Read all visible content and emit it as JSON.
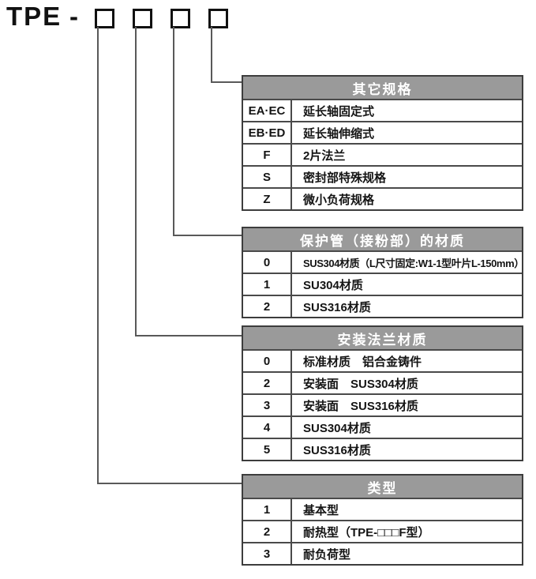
{
  "model_code": {
    "prefix": "TPE",
    "separator": "-",
    "digit_count": 4
  },
  "colors": {
    "header_bg": "#9a9a9a",
    "header_text": "#ffffff",
    "table_border": "#3d3d3d",
    "connector_line": "#595959",
    "text": "#141414"
  },
  "tables": [
    {
      "title": "其它规格",
      "rows": [
        {
          "code": "EA·EC",
          "desc": "延长轴固定式"
        },
        {
          "code": "EB·ED",
          "desc": "延长轴伸缩式"
        },
        {
          "code": "F",
          "desc": "2片法兰"
        },
        {
          "code": "S",
          "desc": "密封部特殊规格"
        },
        {
          "code": "Z",
          "desc": "微小负荷规格"
        }
      ]
    },
    {
      "title": "保护管（接粉部）的材质",
      "rows": [
        {
          "code": "0",
          "desc": "SUS304材质（L尺寸固定:W1-1型叶片L-150mm）"
        },
        {
          "code": "1",
          "desc": "SU304材质"
        },
        {
          "code": "2",
          "desc": "SUS316材质"
        }
      ]
    },
    {
      "title": "安装法兰材质",
      "rows": [
        {
          "code": "0",
          "desc": "标准材质　铝合金铸件"
        },
        {
          "code": "2",
          "desc": "安装面　SUS304材质"
        },
        {
          "code": "3",
          "desc": "安装面　SUS316材质"
        },
        {
          "code": "4",
          "desc": "SUS304材质"
        },
        {
          "code": "5",
          "desc": "SUS316材质"
        }
      ]
    },
    {
      "title": "类型",
      "rows": [
        {
          "code": "1",
          "desc": "基本型"
        },
        {
          "code": "2",
          "desc": "耐热型（TPE-□□□F型）"
        },
        {
          "code": "3",
          "desc": "耐负荷型"
        }
      ]
    }
  ]
}
